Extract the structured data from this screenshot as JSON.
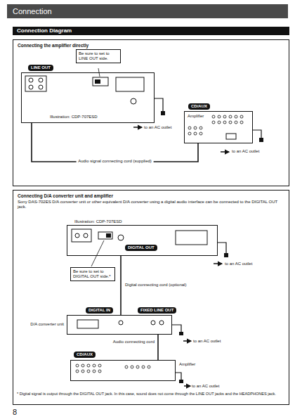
{
  "diagram": {
    "title": "Connection",
    "nodes": [
      {
        "text": [
          "Connecting the amplifier directly"
        ]
      },
      {
        "text": [
          "Be sure to set to LINE OUT side."
        ],
        "in": 0
      },
      {
        "text": [
          "Illustration: CDP-707ESD"
        ],
        "in": 0
      },
      {
        "text": [
          "Amplifier"
        ],
        "in": 0
      },
      {
        "text": [
          "Connecting D/A converter unit and amplifier",
          "Sony DAS-702ES D/A converter unit or other equivalent D/A converter using a digital audio interface can be connected to the DIGITAL OUT jack."
        ]
      },
      {
        "text": [
          "Illustration: CDP-707ESD"
        ],
        "in": 4
      },
      {
        "text": [
          "Be sure to set to DIGITAL OUT side.*"
        ],
        "in": 4
      },
      {
        "text": [
          "D/A converter unit"
        ],
        "in": 4
      },
      {
        "text": [
          "Amplifier"
        ],
        "in": 4
      }
    ],
    "edges": [
      {
        "from": 2,
        "to": 3,
        "label": "Audio signal connecting cord (supplied)",
        "arrow": "none"
      },
      {
        "from": 5,
        "to": 7,
        "label": "Digital connecting cord (optional)",
        "arrow": "none"
      },
      {
        "from": 7,
        "to": 8,
        "label": "Audio connecting cord",
        "arrow": "none"
      }
    ],
    "labels": [
      "Connection Diagram",
      "LINE OUT",
      "CD/AUX",
      "to an AC outlet",
      "to an AC outlet",
      "DIGITAL OUT",
      "to an AC outlet",
      "DIGITAL IN",
      "FIXED LINE OUT",
      "to an AC outlet",
      "CD/AUX",
      "to an AC outlet",
      "* Digital signal is output through the DIGITAL OUT jack. In this case, sound does not come through the LINE OUT jacks and the HEADPHONES jack.",
      "8"
    ]
  }
}
